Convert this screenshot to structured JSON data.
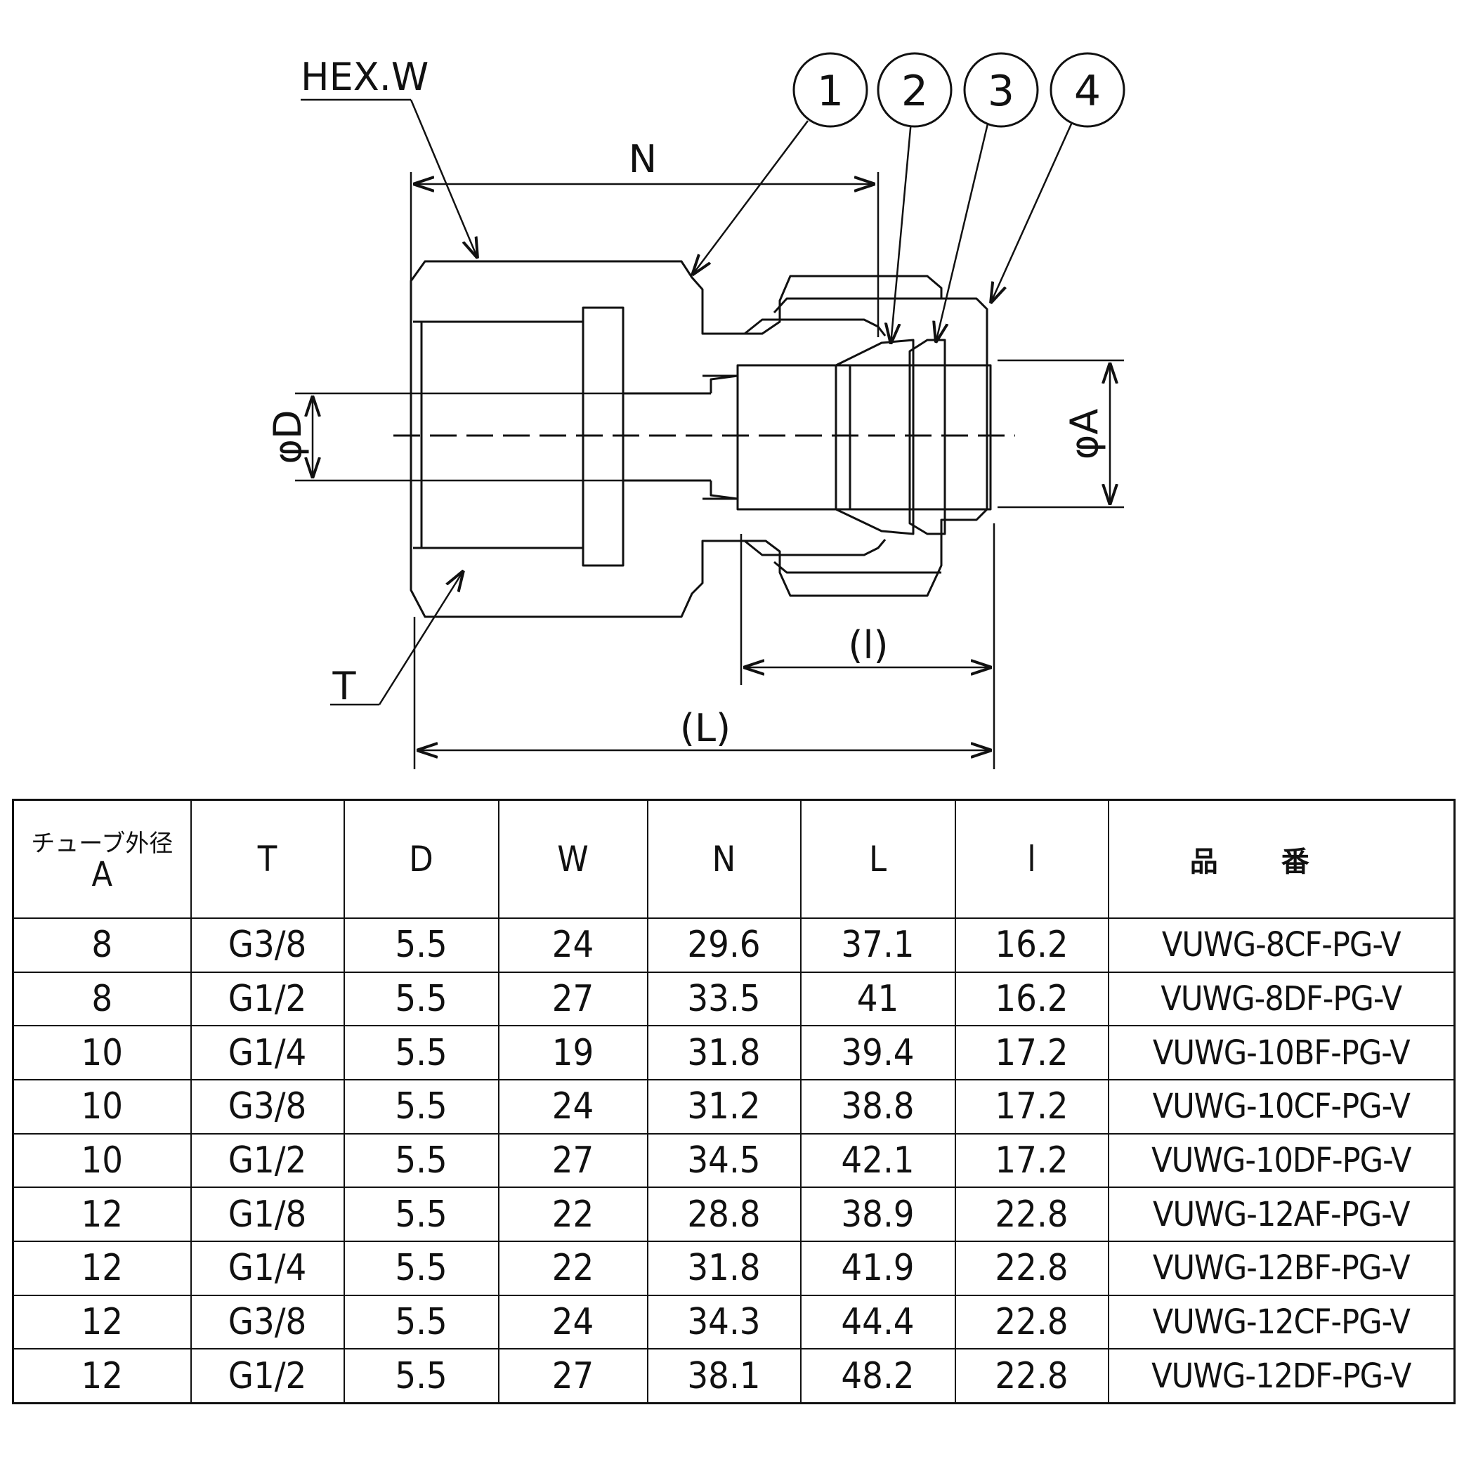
{
  "drawing": {
    "labels": {
      "hex": "HEX.W",
      "n": "N",
      "d": "φD",
      "a": "φA",
      "t": "T",
      "l_small": "(l)",
      "l_big": "(L)"
    },
    "callouts": [
      "1",
      "2",
      "3",
      "4"
    ]
  },
  "table": {
    "headers": {
      "a_line1": "チューブ外径",
      "a_line2": "A",
      "t": "T",
      "d": "D",
      "w": "W",
      "n": "N",
      "l": "L",
      "i": "l",
      "part": "品番"
    },
    "rows": [
      {
        "a": "8",
        "t": "G3/8",
        "d": "5.5",
        "w": "24",
        "n": "29.6",
        "l": "37.1",
        "i": "16.2",
        "part": "VUWG-8CF-PG-V"
      },
      {
        "a": "8",
        "t": "G1/2",
        "d": "5.5",
        "w": "27",
        "n": "33.5",
        "l": "41",
        "i": "16.2",
        "part": "VUWG-8DF-PG-V"
      },
      {
        "a": "10",
        "t": "G1/4",
        "d": "5.5",
        "w": "19",
        "n": "31.8",
        "l": "39.4",
        "i": "17.2",
        "part": "VUWG-10BF-PG-V"
      },
      {
        "a": "10",
        "t": "G3/8",
        "d": "5.5",
        "w": "24",
        "n": "31.2",
        "l": "38.8",
        "i": "17.2",
        "part": "VUWG-10CF-PG-V"
      },
      {
        "a": "10",
        "t": "G1/2",
        "d": "5.5",
        "w": "27",
        "n": "34.5",
        "l": "42.1",
        "i": "17.2",
        "part": "VUWG-10DF-PG-V"
      },
      {
        "a": "12",
        "t": "G1/8",
        "d": "5.5",
        "w": "22",
        "n": "28.8",
        "l": "38.9",
        "i": "22.8",
        "part": "VUWG-12AF-PG-V"
      },
      {
        "a": "12",
        "t": "G1/4",
        "d": "5.5",
        "w": "22",
        "n": "31.8",
        "l": "41.9",
        "i": "22.8",
        "part": "VUWG-12BF-PG-V"
      },
      {
        "a": "12",
        "t": "G3/8",
        "d": "5.5",
        "w": "24",
        "n": "34.3",
        "l": "44.4",
        "i": "22.8",
        "part": "VUWG-12CF-PG-V"
      },
      {
        "a": "12",
        "t": "G1/2",
        "d": "5.5",
        "w": "27",
        "n": "38.1",
        "l": "48.2",
        "i": "22.8",
        "part": "VUWG-12DF-PG-V"
      }
    ]
  }
}
